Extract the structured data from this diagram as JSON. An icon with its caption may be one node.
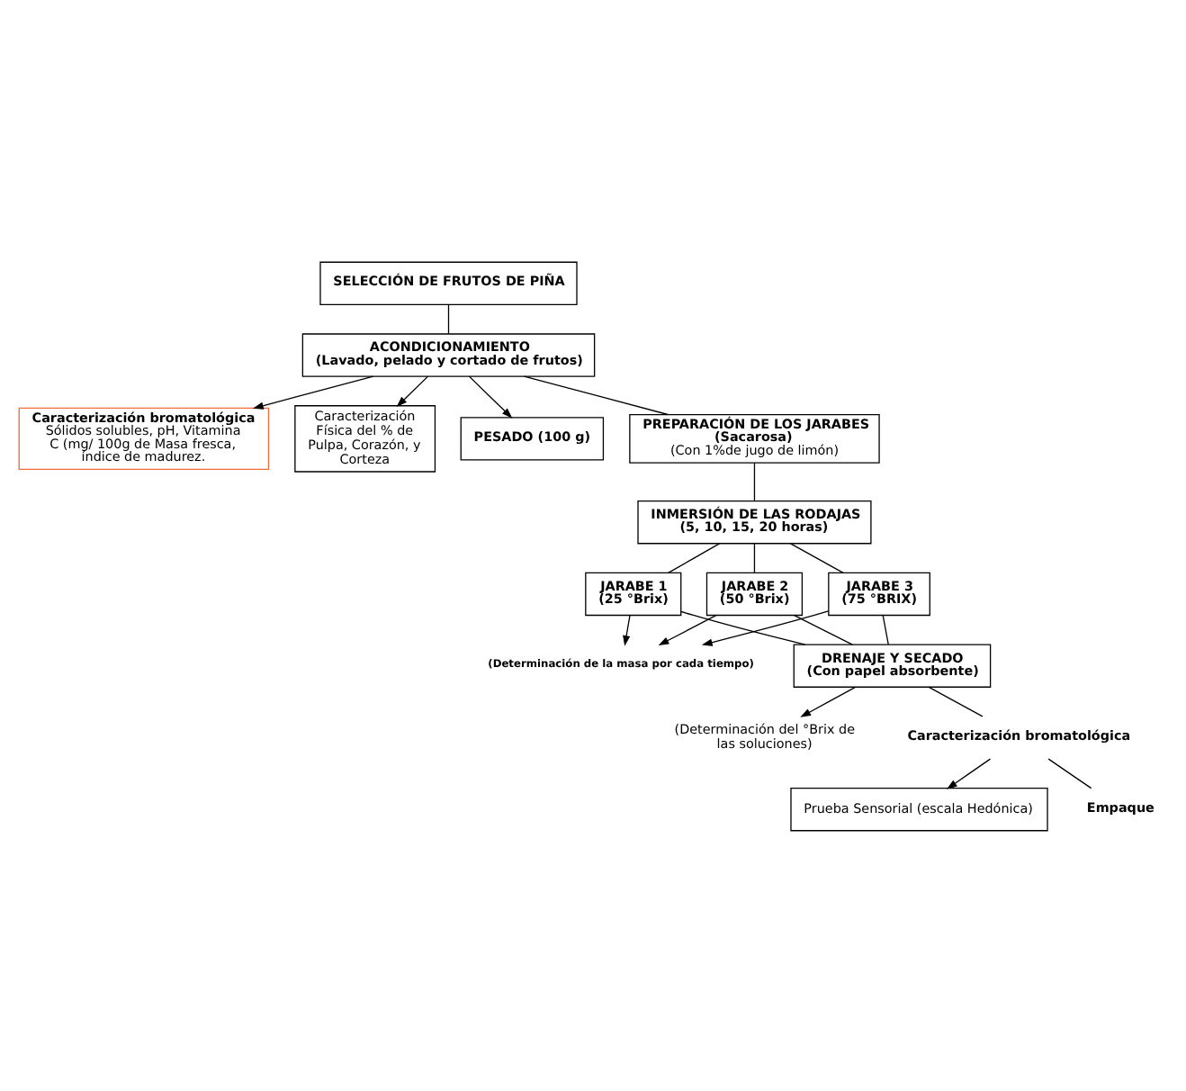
{
  "diagram": {
    "nodes": [
      {
        "text": [
          "SELECCIÓN DE FRUTOS DE PIÑA"
        ]
      },
      {
        "text": [
          "ACONDICIONAMIENTO",
          "(Lavado, pelado y cortado de frutos)"
        ]
      },
      {
        "text": [
          "Caracterización bromatológica",
          "Sólidos solubles, pH, Vitamina C (mg/ 100g de Masa fresca, índice de madurez."
        ]
      },
      {
        "text": [
          "Caracterización Física del % de Pulpa, Corazón, y Corteza"
        ]
      },
      {
        "text": [
          "PESADO (100 g)"
        ]
      },
      {
        "text": [
          "PREPARACIÓN DE LOS JARABES",
          "(Sacarosa)",
          "(Con 1%de jugo de limón)"
        ]
      },
      {
        "text": [
          "INMERSIÓN DE LAS RODAJAS",
          "(5, 10, 15, 20 horas)"
        ]
      },
      {
        "text": [
          "JARABE 1",
          "(25 °Brix)"
        ]
      },
      {
        "text": [
          "JARABE 2",
          "(50 °Brix)"
        ]
      },
      {
        "text": [
          "JARABE 3",
          "(75 °BRIX)"
        ]
      },
      {
        "text": [
          "(Determinación de la masa por cada tiempo)"
        ]
      },
      {
        "text": [
          "DRENAJE Y SECADO",
          "(Con papel absorbente)"
        ]
      },
      {
        "text": [
          "(Determinación del °Brix de las soluciones)"
        ]
      },
      {
        "text": [
          "Caracterización bromatológica"
        ]
      },
      {
        "text": [
          "Prueba Sensorial (escala Hedónica)"
        ]
      },
      {
        "text": [
          "Empaque"
        ]
      }
    ],
    "edges": [
      {
        "from": 0,
        "to": 1,
        "arrow": "none"
      },
      {
        "from": 1,
        "to": 3,
        "arrow": "to"
      },
      {
        "from": 1,
        "to": 2,
        "arrow": "to"
      },
      {
        "from": 1,
        "to": 4,
        "arrow": "to"
      },
      {
        "from": 1,
        "to": 5,
        "arrow": "none"
      },
      {
        "from": 5,
        "to": 6,
        "arrow": "none"
      },
      {
        "from": 6,
        "to": 7,
        "arrow": "none"
      },
      {
        "from": 6,
        "to": 8,
        "arrow": "none"
      },
      {
        "from": 6,
        "to": 9,
        "arrow": "none"
      },
      {
        "from": 7,
        "to": 10,
        "arrow": "to"
      },
      {
        "from": 8,
        "to": 10,
        "arrow": "to"
      },
      {
        "from": 9,
        "to": 10,
        "arrow": "to"
      },
      {
        "from": 7,
        "to": 11,
        "arrow": "none"
      },
      {
        "from": 8,
        "to": 11,
        "arrow": "none"
      },
      {
        "from": 9,
        "to": 11,
        "arrow": "none"
      },
      {
        "from": 11,
        "to": 12,
        "arrow": "to"
      },
      {
        "from": 11,
        "to": 13,
        "arrow": "none"
      },
      {
        "from": 13,
        "to": 14,
        "arrow": "to"
      },
      {
        "from": 13,
        "to": 15,
        "arrow": "none"
      }
    ]
  }
}
